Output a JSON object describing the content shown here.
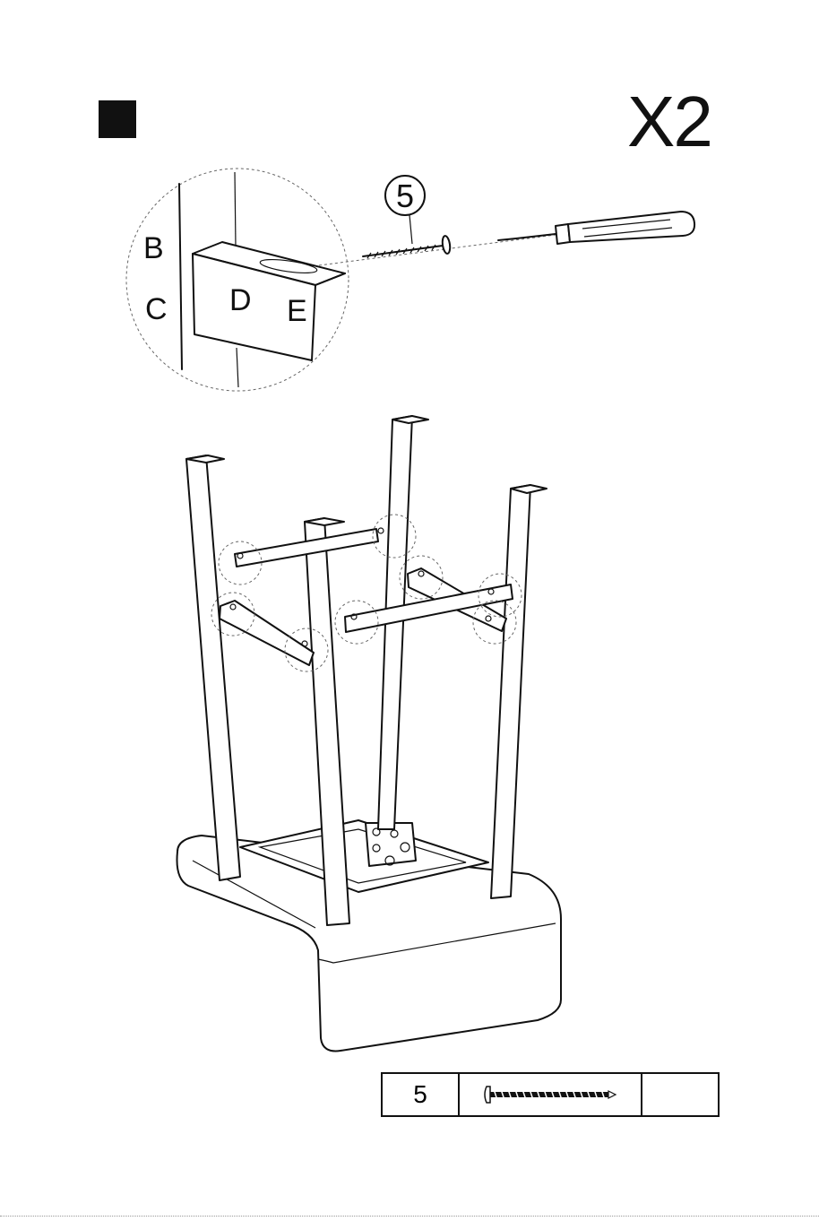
{
  "step": {
    "multiplier": "X2"
  },
  "detail_view": {
    "labels": {
      "b": "B",
      "c": "C",
      "d": "D",
      "e": "E"
    }
  },
  "callout": {
    "part_number": "5"
  },
  "parts_table": {
    "part_number": "5",
    "quantity": "",
    "icon": "screw-icon"
  }
}
